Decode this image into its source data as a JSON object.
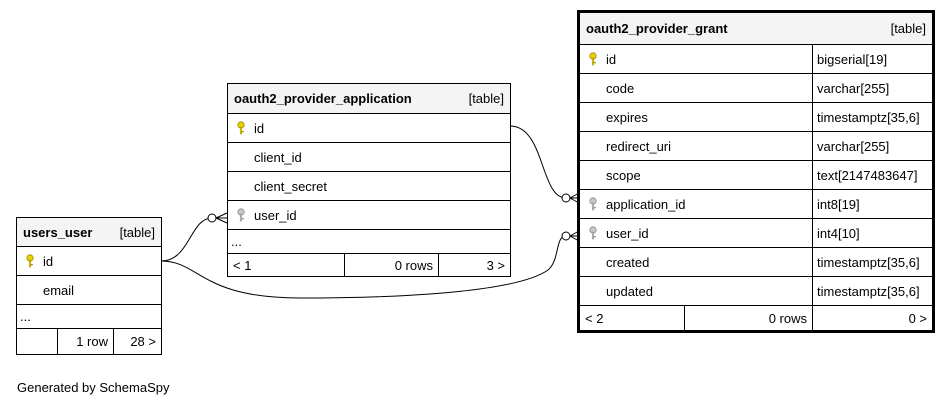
{
  "tables": {
    "users_user": {
      "name": "users_user",
      "type": "[table]",
      "columns": [
        {
          "name": "id",
          "key": "primary"
        },
        {
          "name": "email",
          "key": ""
        }
      ],
      "more": "...",
      "footer": {
        "left": "",
        "rows": "1 row",
        "right": "28 >"
      }
    },
    "app": {
      "name": "oauth2_provider_application",
      "type": "[table]",
      "columns": [
        {
          "name": "id",
          "key": "primary"
        },
        {
          "name": "client_id",
          "key": ""
        },
        {
          "name": "client_secret",
          "key": ""
        },
        {
          "name": "user_id",
          "key": "foreign"
        }
      ],
      "more": "...",
      "footer": {
        "left": "< 1",
        "rows": "0 rows",
        "right": "3 >"
      }
    },
    "grant": {
      "name": "oauth2_provider_grant",
      "type": "[table]",
      "columns": [
        {
          "name": "id",
          "type": "bigserial[19]",
          "key": "primary"
        },
        {
          "name": "code",
          "type": "varchar[255]",
          "key": ""
        },
        {
          "name": "expires",
          "type": "timestamptz[35,6]",
          "key": ""
        },
        {
          "name": "redirect_uri",
          "type": "varchar[255]",
          "key": ""
        },
        {
          "name": "scope",
          "type": "text[2147483647]",
          "key": ""
        },
        {
          "name": "application_id",
          "type": "int8[19]",
          "key": "foreign"
        },
        {
          "name": "user_id",
          "type": "int4[10]",
          "key": "foreign"
        },
        {
          "name": "created",
          "type": "timestamptz[35,6]",
          "key": ""
        },
        {
          "name": "updated",
          "type": "timestamptz[35,6]",
          "key": ""
        }
      ],
      "footer": {
        "left": "< 2",
        "rows": "0 rows",
        "right": "0 >"
      }
    }
  },
  "caption": "Generated by SchemaSpy",
  "colors": {
    "primary_key": "#e8d200",
    "foreign_key": "#b8b8b8",
    "header_bg": "#f4f4f4"
  }
}
